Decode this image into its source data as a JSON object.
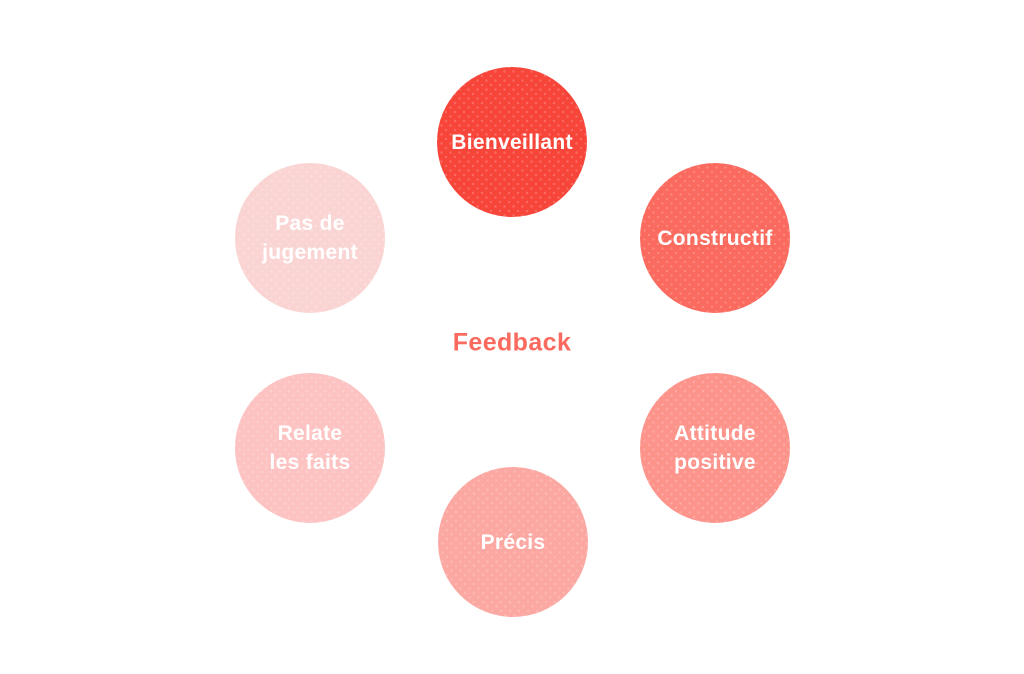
{
  "diagram": {
    "title": "Feedback",
    "title_color": "#fa6a5e",
    "background_color": "#ffffff",
    "label_text_color": "#ffffff",
    "circles": [
      {
        "id": "bienveillant",
        "label": "Bienveillant",
        "lines": [
          "Bienveillant"
        ],
        "color": "#f7453a"
      },
      {
        "id": "constructif",
        "label": "Constructif",
        "lines": [
          "Constructif"
        ],
        "color": "#fb6a5e"
      },
      {
        "id": "attitude-positive",
        "label": "Attitude positive",
        "lines": [
          "Attitude",
          "positive"
        ],
        "color": "#fc948c"
      },
      {
        "id": "precis",
        "label": "Précis",
        "lines": [
          "Précis"
        ],
        "color": "#fca8a2"
      },
      {
        "id": "relate-les-faits",
        "label": "Relate les faits",
        "lines": [
          "Relate",
          "les faits"
        ],
        "color": "#fcc3c2"
      },
      {
        "id": "pas-de-jugement",
        "label": "Pas de jugement",
        "lines": [
          "Pas de",
          "jugement"
        ],
        "color": "#fad4d3"
      }
    ]
  }
}
